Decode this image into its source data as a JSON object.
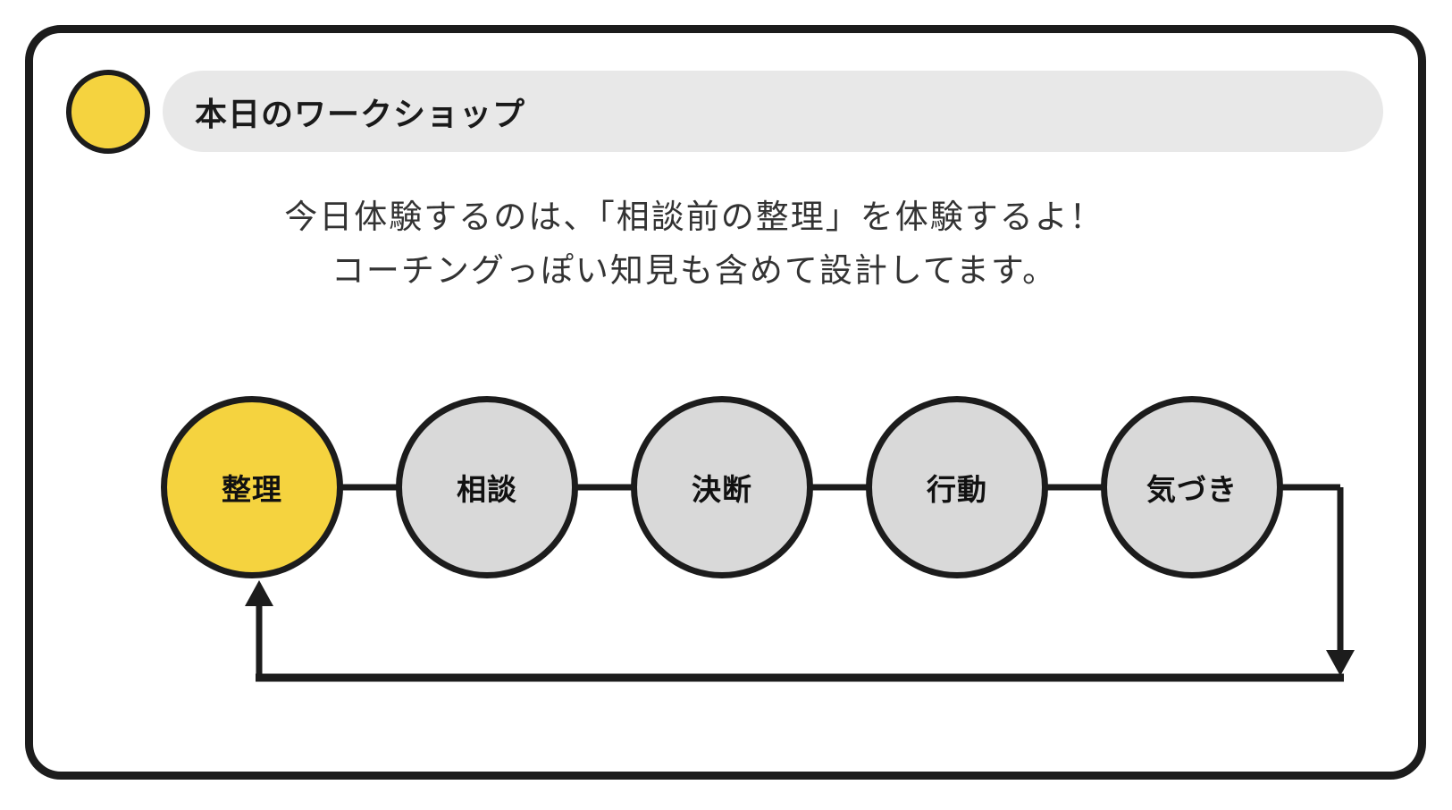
{
  "header": {
    "title": "本日のワークショップ"
  },
  "intro": {
    "line1": "今日体験するのは、「相談前の整理」を体験するよ！",
    "line2": "コーチングっぽい知見も含めて設計してます。"
  },
  "diagram": {
    "steps": [
      {
        "label": "整理",
        "state": "active"
      },
      {
        "label": "相談",
        "state": "inactive"
      },
      {
        "label": "決断",
        "state": "inactive"
      },
      {
        "label": "行動",
        "state": "inactive"
      },
      {
        "label": "気づき",
        "state": "inactive"
      }
    ],
    "loop": {
      "from": "気づき",
      "to": "整理"
    }
  },
  "colors": {
    "accent_yellow": "#f5d33f",
    "inactive_gray": "#d9d9d9",
    "pill_gray": "#e8e8e8",
    "stroke_black": "#1c1c1c"
  }
}
